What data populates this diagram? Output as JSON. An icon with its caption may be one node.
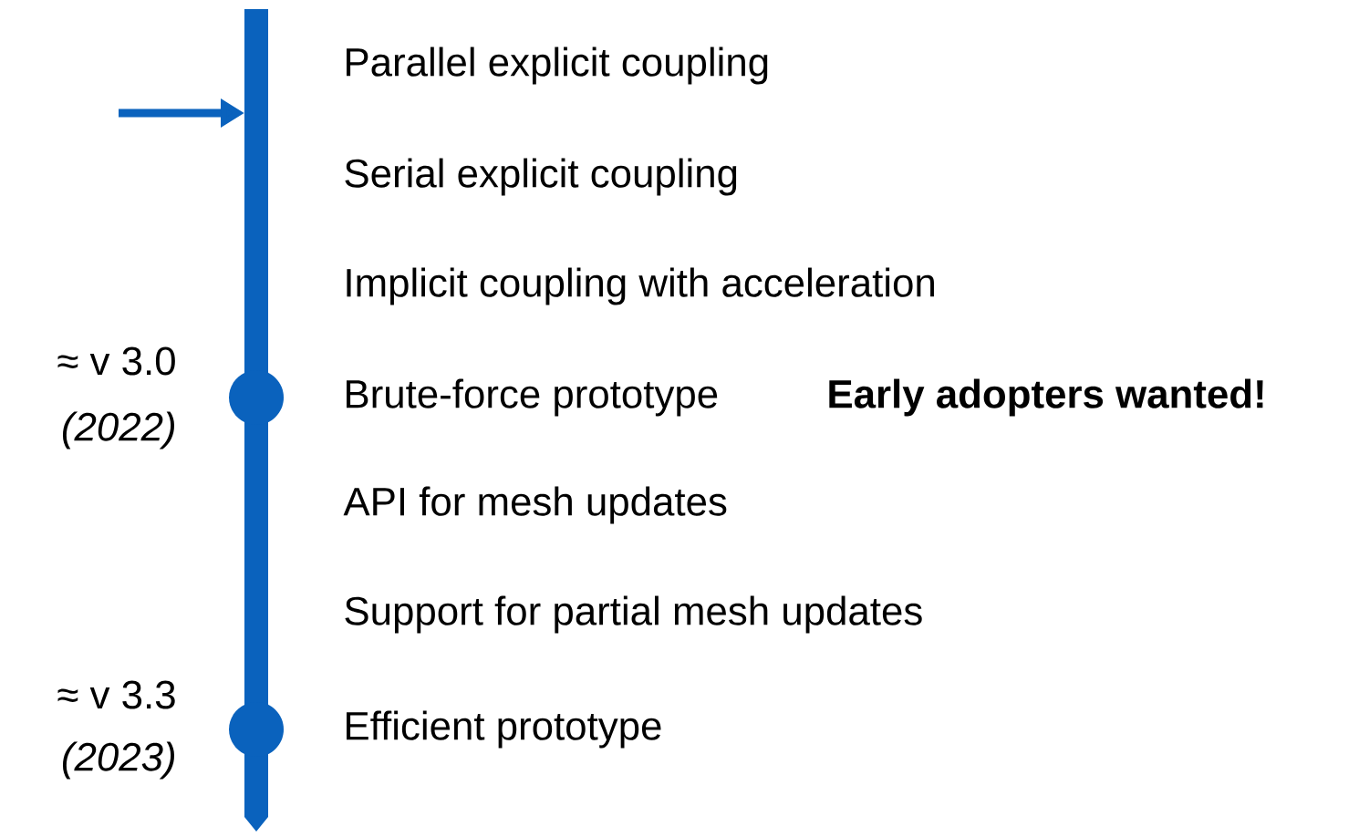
{
  "diagram": {
    "labels": [
      "Parallel explicit coupling",
      "Serial explicit coupling",
      "Implicit coupling with acceleration",
      "≈ v 3.0",
      "(2022)",
      "Brute-force prototype",
      "Early adopters wanted!",
      "API for mesh updates",
      "Support for partial mesh updates",
      "≈ v 3.3",
      "(2023)",
      "Efficient prototype"
    ]
  }
}
